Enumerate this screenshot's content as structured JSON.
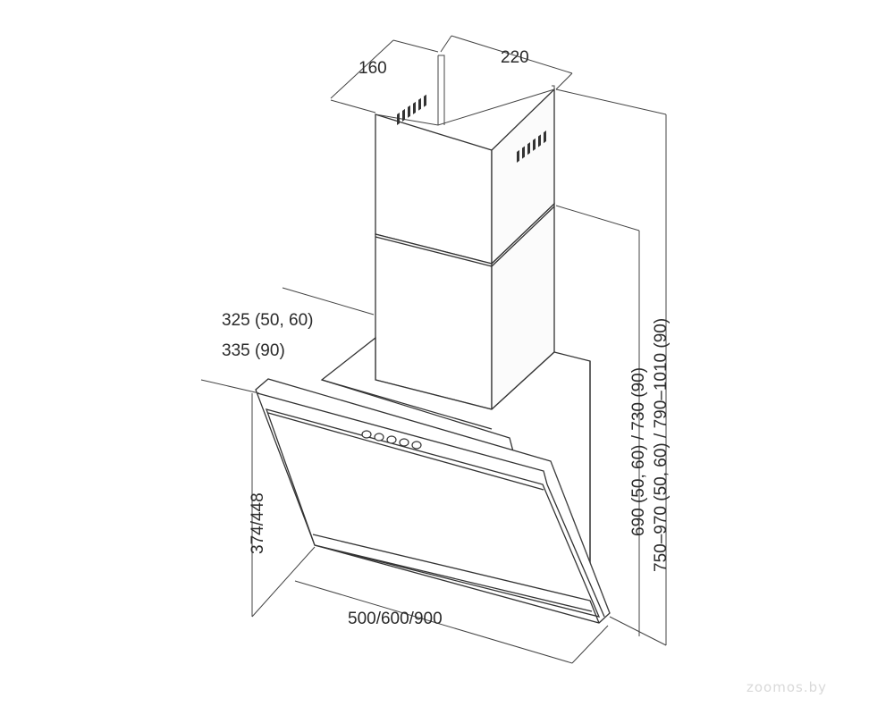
{
  "dimensions": {
    "chimney_depth": "160",
    "chimney_width": "220",
    "hood_depth_a": "325 (50, 60)",
    "hood_depth_b": "335 (90)",
    "glass_height": "374/448",
    "hood_width": "500/600/900",
    "height_range_a": "690 (50, 60) / 730 (90)",
    "height_range_b": "750–970 (50, 60) / 790–1010 (90)"
  },
  "watermark": "zoomos.by",
  "colors": {
    "line": "#333333",
    "background": "#ffffff",
    "watermark": "#d9d9d9"
  },
  "control_buttons": 5
}
